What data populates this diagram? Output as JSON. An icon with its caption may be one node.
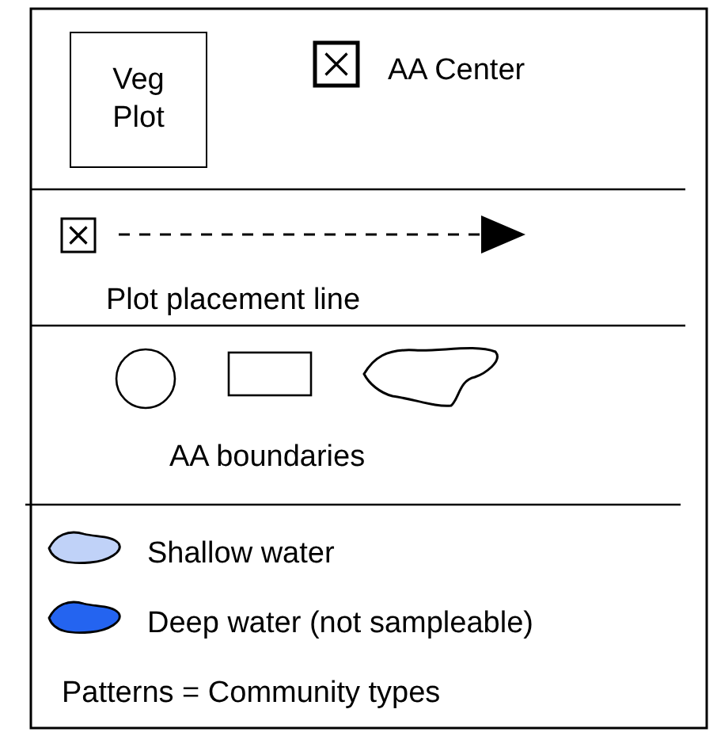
{
  "diagram": {
    "nodes": [
      {
        "text": [
          "Veg Plot"
        ]
      }
    ],
    "legend": [
      {
        "text": "AA Center"
      },
      {
        "text": "Plot placement line"
      },
      {
        "text": "AA boundaries"
      },
      {
        "text": "Shallow water",
        "color": "#c0d2f8"
      },
      {
        "text": "Deep water (not sampleable)",
        "color": "#2464f0"
      }
    ],
    "labels": [
      "Patterns = Community types"
    ]
  }
}
